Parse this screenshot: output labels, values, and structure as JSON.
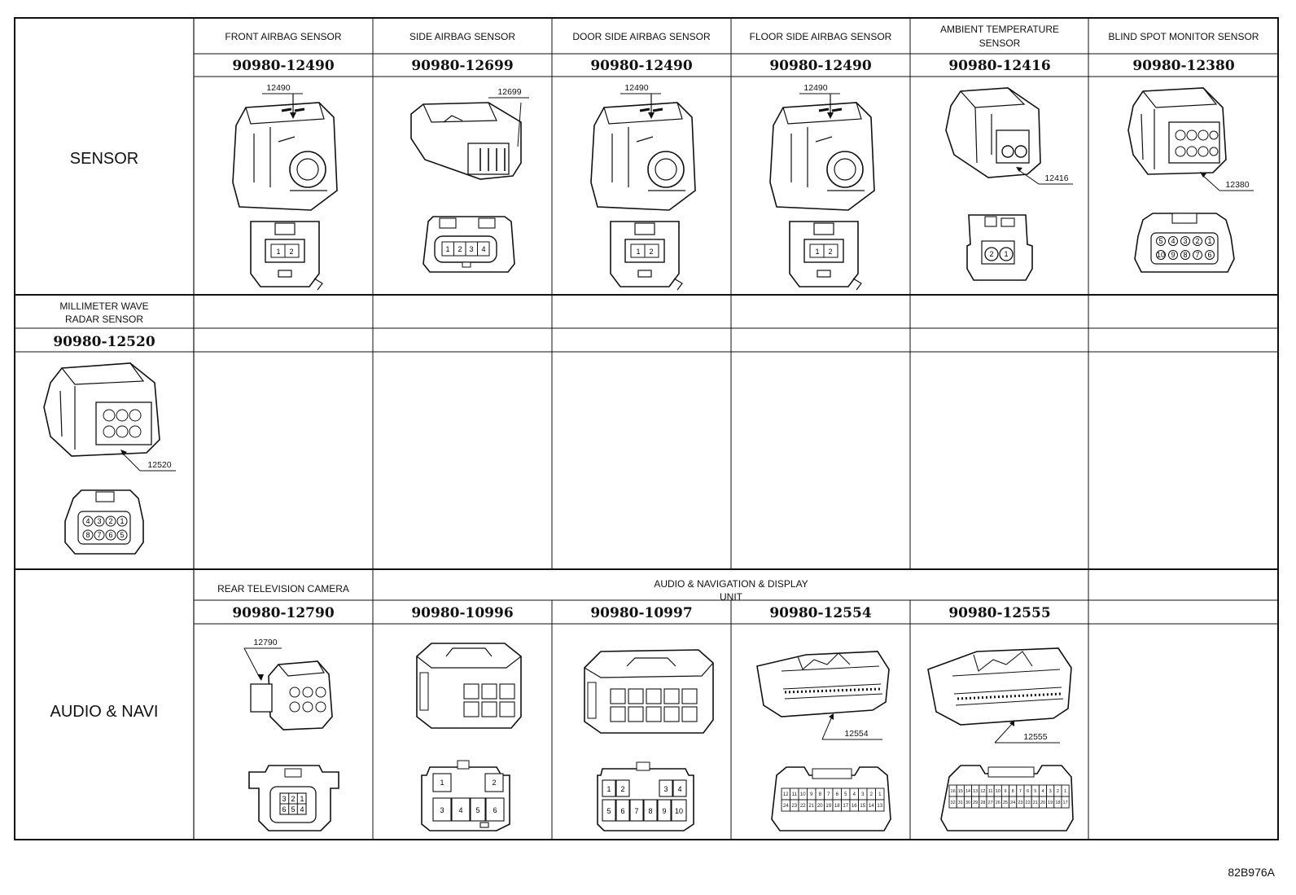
{
  "footer_code": "82B976A",
  "rows": [
    {
      "title": "SENSOR",
      "cells": [
        {
          "name": "FRONT AIRBAG SENSOR",
          "part": "90980-12490",
          "callout": "12490",
          "pins": [
            "1",
            "2"
          ],
          "shape": "airbag-2pin"
        },
        {
          "name": "SIDE AIRBAG SENSOR",
          "part": "90980-12699",
          "callout": "12699",
          "pins": [
            "1",
            "2",
            "3",
            "4"
          ],
          "shape": "side-4pin"
        },
        {
          "name": "DOOR SIDE AIRBAG SENSOR",
          "part": "90980-12490",
          "callout": "12490",
          "pins": [
            "1",
            "2"
          ],
          "shape": "airbag-2pin"
        },
        {
          "name": "FLOOR SIDE AIRBAG SENSOR",
          "part": "90980-12490",
          "callout": "12490",
          "pins": [
            "1",
            "2"
          ],
          "shape": "airbag-2pin"
        },
        {
          "name_lines": [
            "AMBIENT TEMPERATURE",
            "SENSOR"
          ],
          "part": "90980-12416",
          "callout": "12416",
          "pins": [
            "2",
            "1"
          ],
          "shape": "temp-2pin"
        },
        {
          "name": "BLIND SPOT MONITOR SENSOR",
          "part": "90980-12380",
          "callout": "12380",
          "pins": [
            "5",
            "4",
            "3",
            "2",
            "1",
            "10",
            "9",
            "8",
            "7",
            "6"
          ],
          "shape": "bsm-10pin"
        }
      ]
    },
    {
      "title_lines": [
        "MILLIMETER WAVE",
        "RADAR SENSOR"
      ],
      "part": "90980-12520",
      "callout": "12520",
      "pins": [
        "4",
        "3",
        "2",
        "1",
        "8",
        "7",
        "6",
        "5"
      ],
      "shape": "radar-8pin"
    },
    {
      "title": "AUDIO & NAVI",
      "cells": [
        {
          "name": "REAR TELEVISION CAMERA",
          "part": "90980-12790",
          "callout": "12790",
          "pins": [
            "3",
            "2",
            "1",
            "6",
            "5",
            "4"
          ],
          "shape": "camera-6pin"
        },
        {
          "part": "90980-10996",
          "pins": [
            "1",
            "2",
            "3",
            "4",
            "5",
            "6"
          ],
          "shape": "conn-6pin"
        },
        {
          "part": "90980-10997",
          "pins": [
            "1",
            "2",
            "3",
            "4",
            "5",
            "6",
            "7",
            "8",
            "9",
            "10"
          ],
          "shape": "conn-10pin"
        },
        {
          "part": "90980-12554",
          "callout": "12554",
          "pins": [
            "12",
            "11",
            "10",
            "9",
            "8",
            "7",
            "6",
            "5",
            "4",
            "3",
            "2",
            "1",
            "24",
            "23",
            "22",
            "21",
            "20",
            "19",
            "18",
            "17",
            "16",
            "15",
            "14",
            "13"
          ],
          "shape": "conn-24pin"
        },
        {
          "part": "90980-12555",
          "callout": "12555",
          "pins": [
            "16",
            "15",
            "14",
            "13",
            "12",
            "11",
            "10",
            "9",
            "8",
            "7",
            "6",
            "5",
            "4",
            "3",
            "2",
            "1",
            "32",
            "31",
            "30",
            "29",
            "28",
            "27",
            "26",
            "25",
            "24",
            "23",
            "22",
            "21",
            "20",
            "19",
            "18",
            "17"
          ],
          "shape": "conn-32pin"
        }
      ],
      "group_header_lines": [
        "AUDIO & NAVIGATION & DISPLAY",
        "UNIT"
      ]
    }
  ]
}
